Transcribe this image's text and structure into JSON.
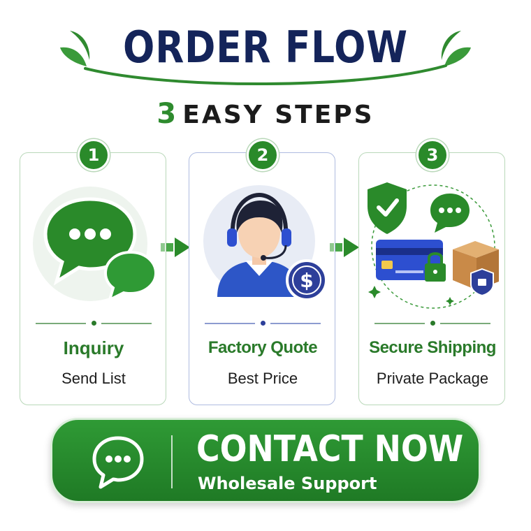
{
  "header": {
    "title": "ORDER FLOW",
    "subtitle_number": "3",
    "subtitle_text": "EASY STEPS"
  },
  "steps": [
    {
      "number": "1",
      "title": "Inquiry",
      "subtitle": "Send List",
      "icon": "chat-bubbles-icon"
    },
    {
      "number": "2",
      "title": "Factory Quote",
      "subtitle": "Best Price",
      "icon": "support-agent-icon"
    },
    {
      "number": "3",
      "title": "Secure Shipping",
      "subtitle": "Private Package",
      "icon": "secure-shipping-icon"
    }
  ],
  "cta": {
    "title": "CONTACT NOW",
    "subtitle": "Wholesale Support",
    "icon": "chat-bubble-icon"
  },
  "colors": {
    "navy": "#14245a",
    "green": "#2a8a2a",
    "green_light": "#b9d8b9",
    "blue": "#2d3f9a"
  }
}
